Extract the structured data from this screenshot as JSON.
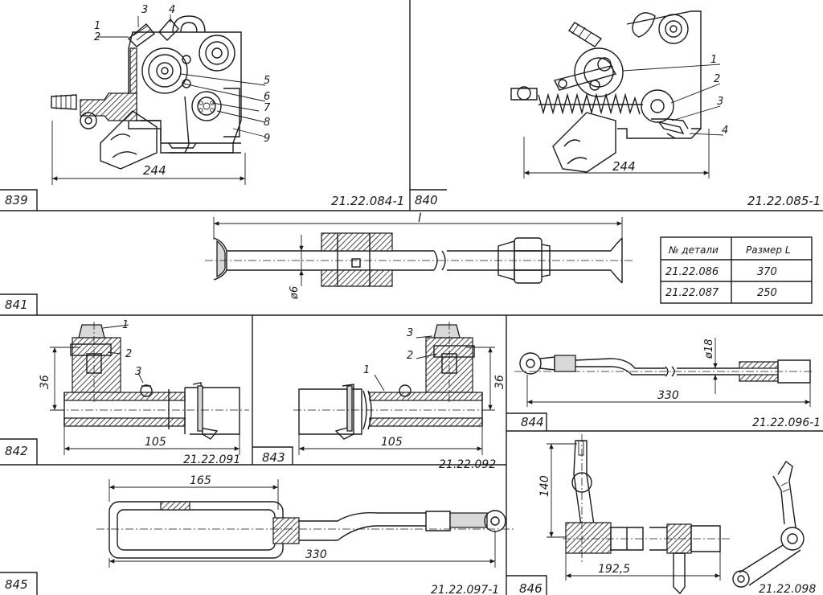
{
  "figures": [
    {
      "number": "839",
      "code": "21.22.084-1",
      "dimension": "244",
      "callouts": [
        "1",
        "2",
        "3",
        "4",
        "5",
        "6",
        "7",
        "8",
        "9"
      ]
    },
    {
      "number": "840",
      "code": "21.22.085-1",
      "dimension": "244",
      "callouts": [
        "1",
        "2",
        "3",
        "4"
      ]
    },
    {
      "number": "841",
      "length_symbol": "l",
      "diameter": "ø6"
    },
    {
      "number": "842",
      "code": "21.22.091",
      "height": "36",
      "length": "105",
      "callouts": [
        "1",
        "2",
        "3"
      ]
    },
    {
      "number": "843",
      "code": "21.22.092",
      "height": "36",
      "length": "105",
      "callouts": [
        "1",
        "2",
        "3"
      ]
    },
    {
      "number": "844",
      "code": "21.22.096-1",
      "length": "330",
      "diameter": "ø18"
    },
    {
      "number": "845",
      "code": "21.22.097-1",
      "length_top": "165",
      "length_bottom": "330"
    },
    {
      "number": "846",
      "code": "21.22.098",
      "height": "140",
      "length": "192,5"
    }
  ],
  "table": {
    "headers": [
      "№ детали",
      "Размер L"
    ],
    "rows": [
      [
        "21.22.086",
        "370"
      ],
      [
        "21.22.087",
        "250"
      ]
    ]
  }
}
